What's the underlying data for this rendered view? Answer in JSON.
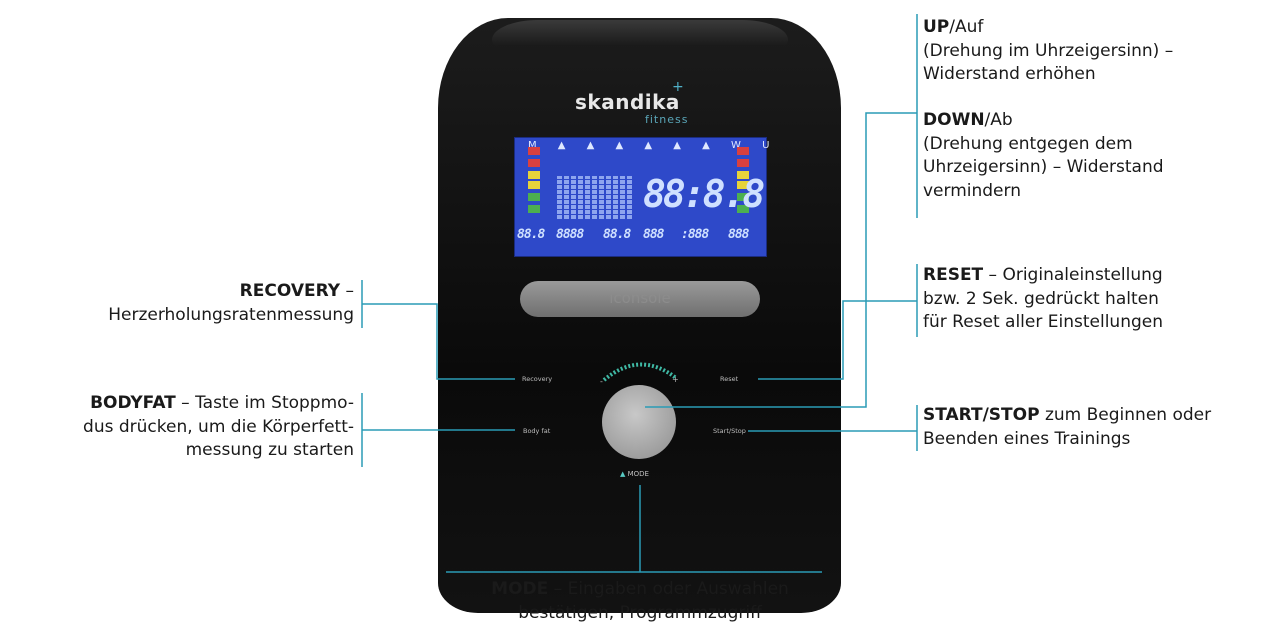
{
  "console": {
    "brand": "skandika",
    "brand_sub": "fitness",
    "lcd_big_digits": "88:8.8",
    "lcd_small_digits": [
      "88.8",
      "8888",
      "88.8",
      "888",
      ":888",
      "888"
    ],
    "lcd_icons": "M ▲ ▲ ▲ ▲ ▲ ▲ W U",
    "iconsole_label": "iconsole",
    "buttons": {
      "recovery": "Recovery",
      "reset": "Reset",
      "bodyfat": "Body fat",
      "start_stop": "Start/Stop",
      "mode": "MODE"
    }
  },
  "annotations": {
    "up": {
      "bold": "UP",
      "rest": "/Auf",
      "line2": "(Drehung im Uhrzeigersinn) –",
      "line3": "Widerstand erhöhen"
    },
    "down": {
      "bold": "DOWN",
      "rest": "/Ab",
      "line2": "(Drehung entgegen dem",
      "line3": "Uhrzeigersinn) – Widerstand",
      "line4": "vermindern"
    },
    "reset": {
      "bold": "RESET",
      "rest": " – Originaleinstellung",
      "line2": "bzw. 2 Sek. gedrückt halten",
      "line3": "für Reset aller Einstellungen"
    },
    "start_stop": {
      "bold": "START/STOP",
      "rest": " zum Beginnen oder",
      "line2": "Beenden eines Trainings"
    },
    "recovery": {
      "bold": "RECOVERY",
      "rest": " –",
      "line2": "Herzerholungsratenmessung"
    },
    "bodyfat": {
      "bold": "BODYFAT",
      "rest": " – Taste im Stoppmo-",
      "line2": "dus drücken, um die Körperfett-",
      "line3": "messung zu starten"
    },
    "mode": {
      "bold": "MODE",
      "rest": " – Eingaben oder Auswahlen",
      "line2": "bestätigen, Programmzugriff"
    }
  },
  "colors": {
    "leader_line": "#2a9bb5",
    "lcd": "#2e49c9",
    "console": "#111111"
  }
}
